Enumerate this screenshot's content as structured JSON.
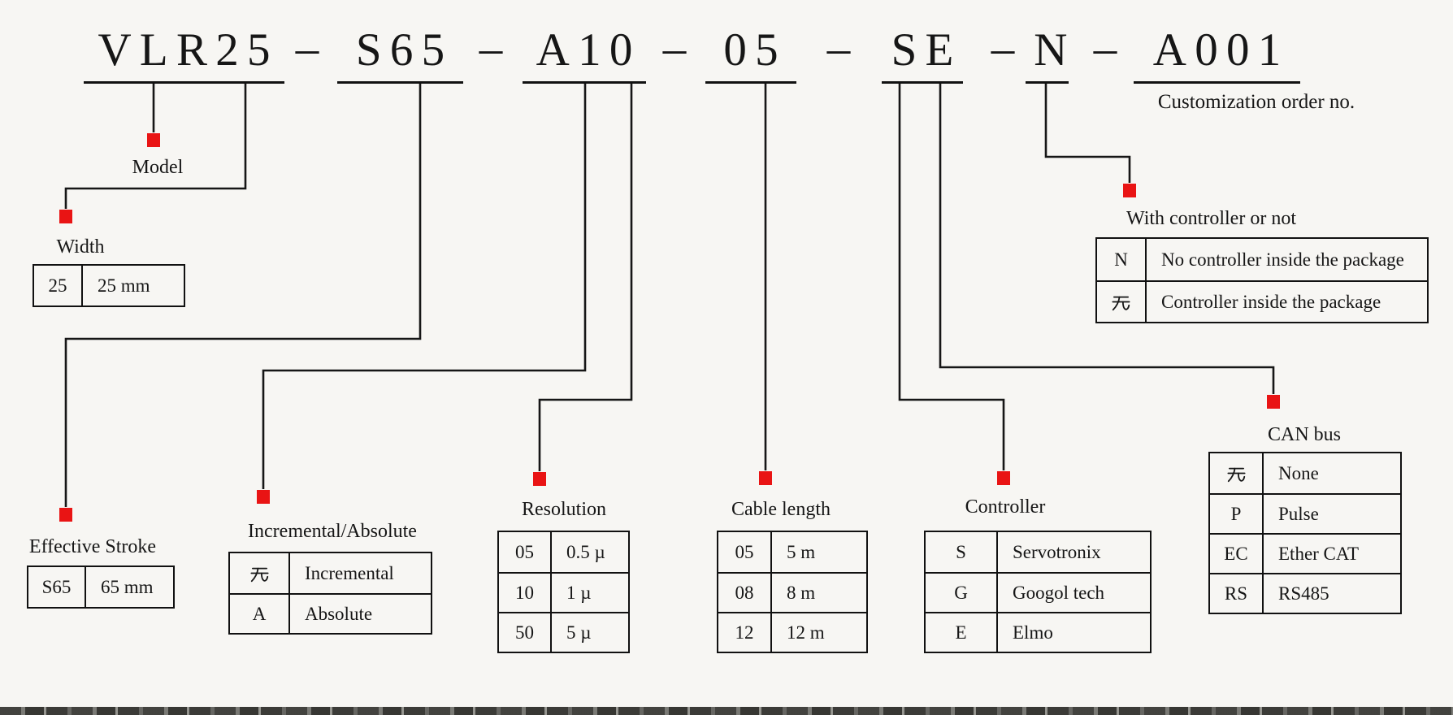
{
  "title": {
    "segments": [
      "VLR25",
      "S65",
      "A10",
      "05",
      "SE",
      "N",
      "A001"
    ],
    "separator": "–"
  },
  "customization_note": "Customization order no.",
  "sections": {
    "model": {
      "label": "Model"
    },
    "width": {
      "label": "Width",
      "rows": [
        {
          "code": "25",
          "desc": "25 mm"
        }
      ]
    },
    "effective_stroke": {
      "label": "Effective Stroke",
      "rows": [
        {
          "code": "S65",
          "desc": "65 mm"
        }
      ]
    },
    "incremental_absolute": {
      "label": "Incremental/Absolute",
      "rows": [
        {
          "code": "无",
          "desc": "Incremental"
        },
        {
          "code": "A",
          "desc": "Absolute"
        }
      ]
    },
    "resolution": {
      "label": "Resolution",
      "rows": [
        {
          "code": "05",
          "desc": "0.5 µ"
        },
        {
          "code": "10",
          "desc": "1 µ"
        },
        {
          "code": "50",
          "desc": "5 µ"
        }
      ]
    },
    "cable_length": {
      "label": "Cable length",
      "rows": [
        {
          "code": "05",
          "desc": "5 m"
        },
        {
          "code": "08",
          "desc": "8 m"
        },
        {
          "code": "12",
          "desc": "12 m"
        }
      ]
    },
    "controller": {
      "label": "Controller",
      "rows": [
        {
          "code": "S",
          "desc": "Servotronix"
        },
        {
          "code": "G",
          "desc": "Googol tech"
        },
        {
          "code": "E",
          "desc": "Elmo"
        }
      ]
    },
    "with_controller": {
      "label": "With controller or not",
      "rows": [
        {
          "code": "N",
          "desc": "No controller inside the package"
        },
        {
          "code": "无",
          "desc": "Controller inside the package"
        }
      ]
    },
    "can_bus": {
      "label": "CAN bus",
      "rows": [
        {
          "code": "无",
          "desc": "None"
        },
        {
          "code": "P",
          "desc": "Pulse"
        },
        {
          "code": "EC",
          "desc": "Ether CAT"
        },
        {
          "code": "RS",
          "desc": "RS485"
        }
      ]
    }
  },
  "colors": {
    "background": "#f7f6f3",
    "line": "#161616",
    "marker": "#e91414",
    "text": "#161616"
  }
}
